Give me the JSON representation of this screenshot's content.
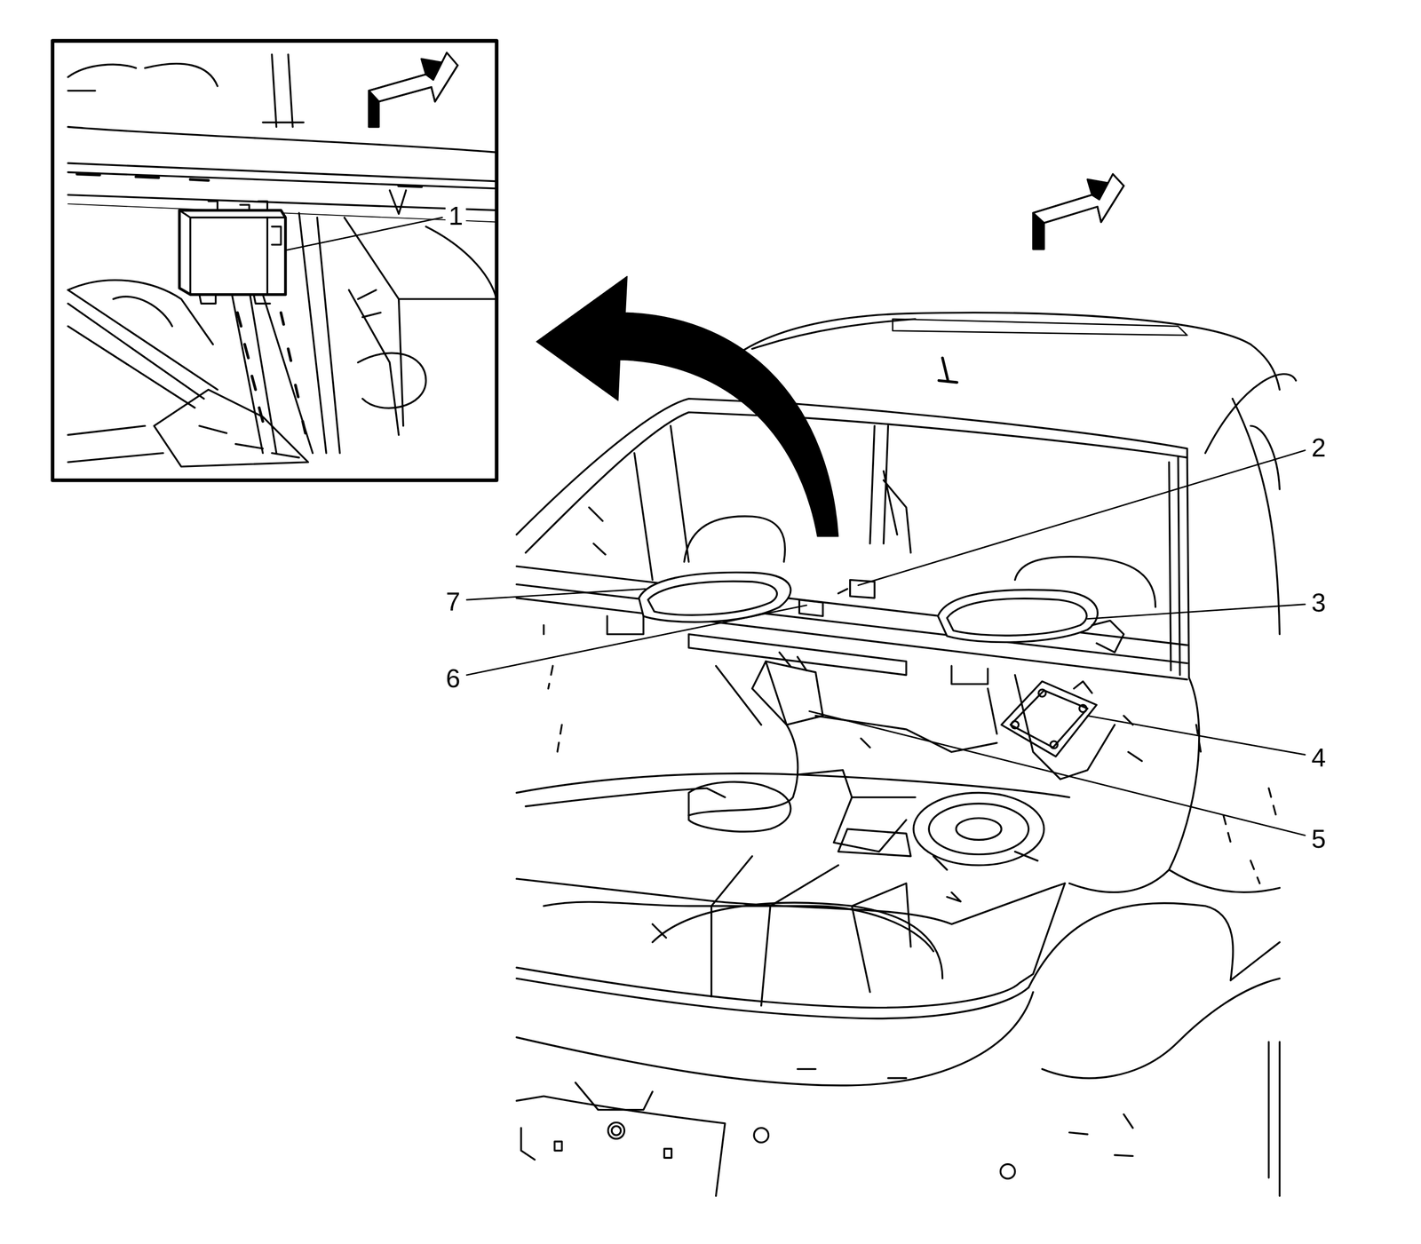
{
  "diagram": {
    "labels": [
      "1",
      "2",
      "7",
      "3",
      "6",
      "4",
      "5"
    ]
  }
}
